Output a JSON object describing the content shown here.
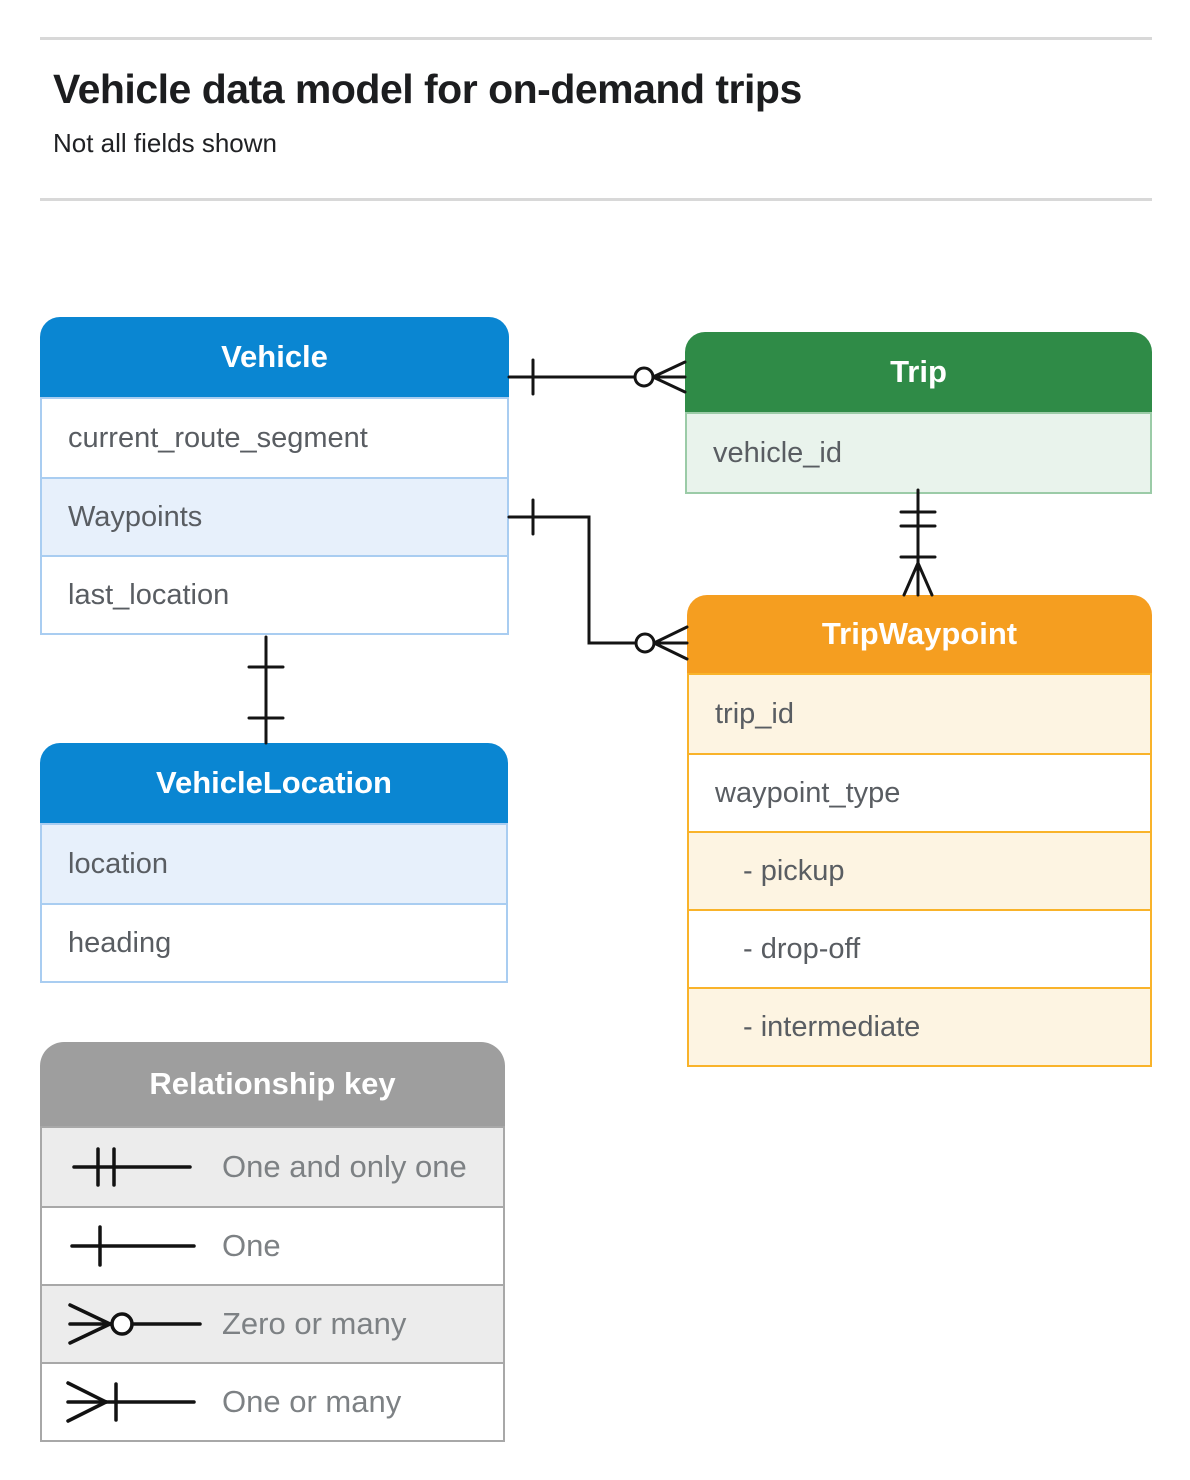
{
  "page": {
    "title": "Vehicle data model for on-demand trips",
    "subtitle": "Not all fields shown"
  },
  "tables": {
    "vehicle": {
      "title": "Vehicle",
      "header_color": "#0a86d2",
      "row_tint_color": "#e7f0fb",
      "rows": [
        "current_route_segment",
        "Waypoints",
        "last_location"
      ]
    },
    "trip": {
      "title": "Trip",
      "header_color": "#2f8b47",
      "row_tint_color": "#e9f3ec",
      "rows": [
        "vehicle_id"
      ]
    },
    "trip_waypoint": {
      "title": "TripWaypoint",
      "header_color": "#f59e20",
      "row_tint_color": "#fdf4e2",
      "rows": [
        "trip_id",
        "waypoint_type",
        "- pickup",
        "- drop-off",
        "- intermediate"
      ]
    },
    "vehicle_location": {
      "title": "VehicleLocation",
      "header_color": "#0a86d2",
      "row_tint_color": "#e7f0fb",
      "rows": [
        "location",
        "heading"
      ]
    }
  },
  "legend": {
    "title": "Relationship key",
    "header_color": "#9e9e9e",
    "items": [
      {
        "symbol": "one-and-only-one",
        "label": "One and only one"
      },
      {
        "symbol": "one",
        "label": "One"
      },
      {
        "symbol": "zero-or-many",
        "label": "Zero or many"
      },
      {
        "symbol": "one-or-many",
        "label": "One or many"
      }
    ]
  },
  "connections": [
    {
      "from": "Vehicle",
      "to": "Trip",
      "from_cardinality": "one",
      "to_cardinality": "zero-or-many"
    },
    {
      "from": "Trip.vehicle_id",
      "to": "TripWaypoint",
      "from_cardinality": "one-and-only-one",
      "to_cardinality": "one-or-many"
    },
    {
      "from": "Vehicle.Waypoints",
      "to": "TripWaypoint",
      "from_cardinality": "one",
      "to_cardinality": "zero-or-many"
    },
    {
      "from": "Vehicle.last_location",
      "to": "VehicleLocation",
      "from_cardinality": "one",
      "to_cardinality": "one"
    }
  ]
}
